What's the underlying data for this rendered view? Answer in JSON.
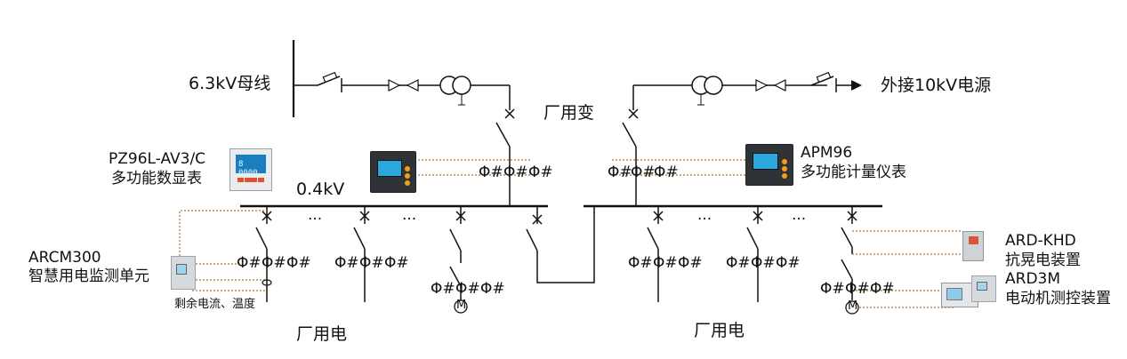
{
  "labels": {
    "bus_6kv": "6.3kV母线",
    "ext_10kv": "外接10kV电源",
    "station_transformer": "厂用变",
    "bus_04kv": "0.4kV",
    "left_load": "厂用电",
    "right_load": "厂用电",
    "residual": "剩余电流、温度",
    "ellipsis": "···",
    "ct_symbol": "Φ#",
    "motor": "M"
  },
  "devices": {
    "pz96l": {
      "model": "PZ96L-AV3/C",
      "desc": "多功能数显表",
      "screen": "8 0000"
    },
    "apm96": {
      "model": "APM96",
      "desc": "多功能计量仪表"
    },
    "arcm300": {
      "model": "ARCM300",
      "desc": "智慧用电监测单元"
    },
    "ard_khd": {
      "model": "ARD-KHD",
      "desc": "抗晃电装置"
    },
    "ard3m": {
      "model": "ARD3M",
      "desc": "电动机测控装置"
    }
  },
  "colors": {
    "line": "#111111",
    "signal": "#b5742f",
    "meter_screen": "#2aa7dc",
    "key_orange": "#f2a114"
  },
  "icons": [
    "fuse-icon",
    "transformer-icon",
    "arrow-icon",
    "breaker-icon",
    "motor-icon",
    "current-transformer-icon"
  ]
}
